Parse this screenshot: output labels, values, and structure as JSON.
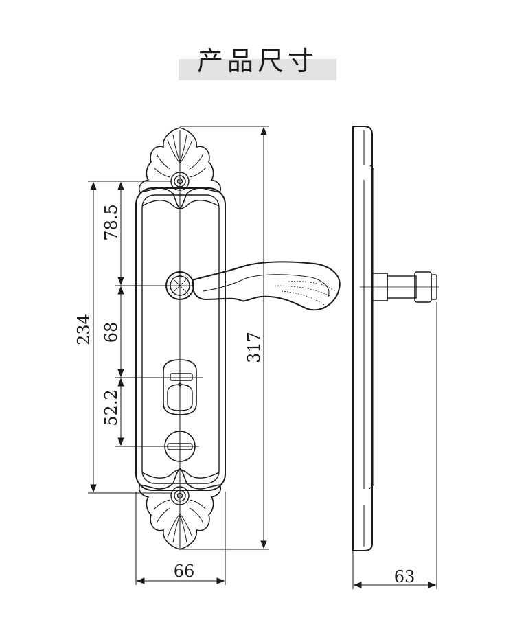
{
  "title": "产品尺寸",
  "dimensions": {
    "total_height": "317",
    "hole_span": "234",
    "top_to_handle": "78.5",
    "handle_to_cylinder": "68",
    "cylinder_to_turn": "52.2",
    "plate_width": "66",
    "depth": "63"
  },
  "colors": {
    "line": "#1a1a1a",
    "title_band": "#e3e3e3"
  }
}
